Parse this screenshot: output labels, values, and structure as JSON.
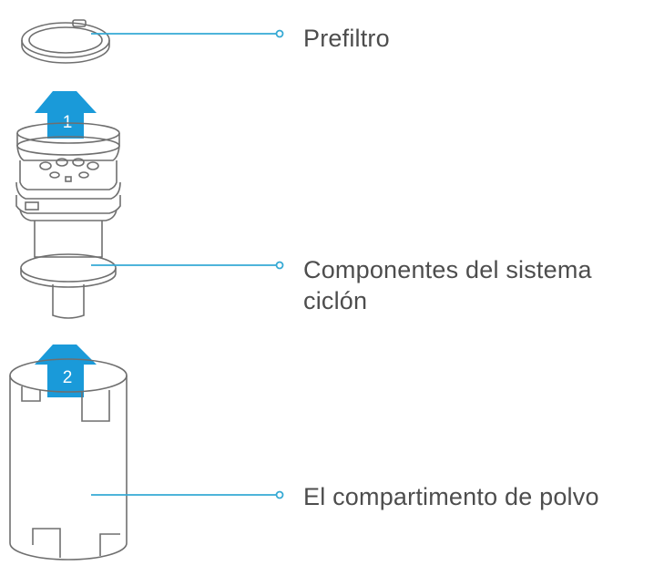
{
  "labels": {
    "prefilter": "Prefiltro",
    "cyclone_line1": "Componentes del sistema",
    "cyclone_line2": "ciclón",
    "dust_bin": "El compartimento de polvo"
  },
  "steps": [
    {
      "number": "1"
    },
    {
      "number": "2"
    }
  ],
  "colors": {
    "arrow": "#1a9ad9",
    "leader_line": "#35a9d4",
    "outline": "#6f6f6f",
    "label_text": "#4d4d4d"
  },
  "icons": {
    "prefilter": "ring-filter-icon",
    "cyclone": "cyclone-assembly-icon",
    "dust_bin": "cylinder-bin-icon",
    "arrow": "up-arrow-icon"
  }
}
